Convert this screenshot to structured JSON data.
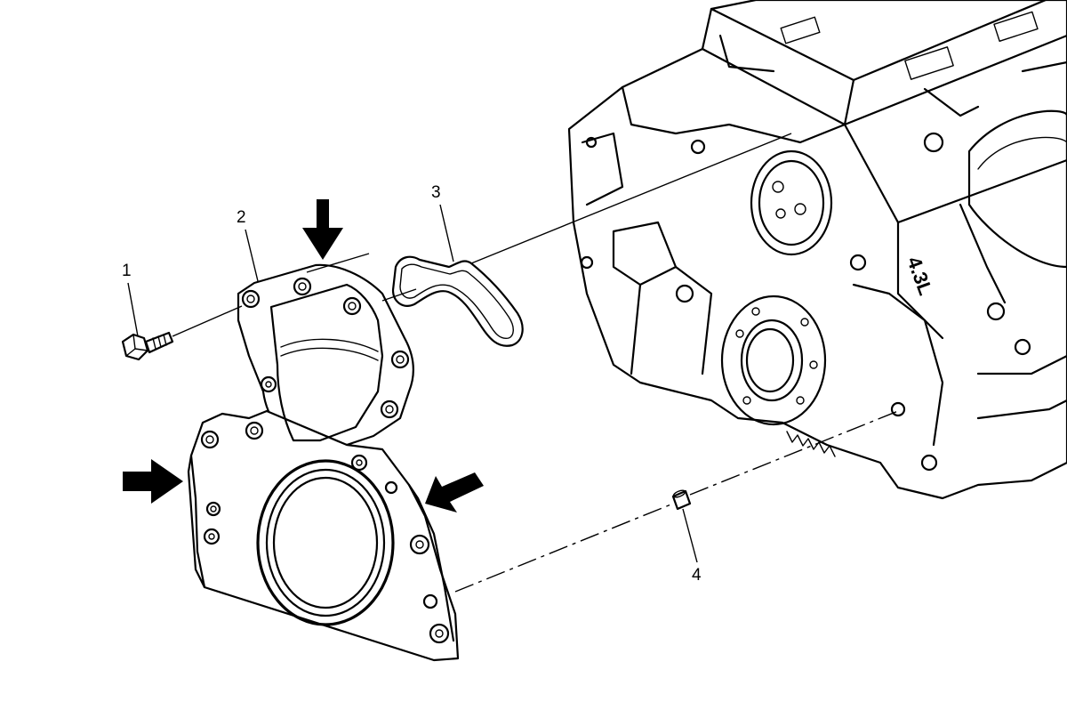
{
  "diagram": {
    "callouts": [
      {
        "id": "1",
        "label": "1",
        "part": "bolt"
      },
      {
        "id": "2",
        "label": "2",
        "part": "front-cover"
      },
      {
        "id": "3",
        "label": "3",
        "part": "gasket"
      },
      {
        "id": "4",
        "label": "4",
        "part": "dowel-pin"
      }
    ],
    "engine_marking": "4.3L",
    "arrows": [
      {
        "direction": "down"
      },
      {
        "direction": "right"
      },
      {
        "direction": "down-left"
      }
    ],
    "colors": {
      "line": "#000000",
      "background": "#ffffff"
    }
  }
}
